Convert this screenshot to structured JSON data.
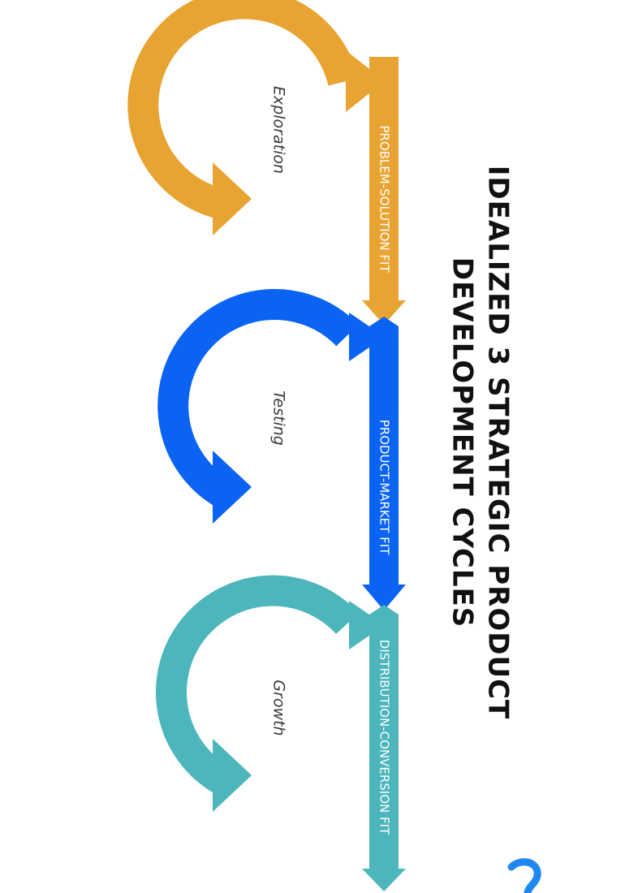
{
  "title_line1": "IDEALIZED 3 STRATEGIC PRODUCT",
  "title_line2": "DEVELOPMENT CYCLES",
  "cycles": [
    {
      "label": "Exploration",
      "fit": "PROBLEM-SOLUTION FIT",
      "color": "#E8A432"
    },
    {
      "label": "Testing",
      "fit": "PRODUCT-MARKET FIT",
      "color": "#0B63F4"
    },
    {
      "label": "Growth",
      "fit": "DISTRIBUTION-CONVERSION FIT",
      "color": "#4DB6BC"
    }
  ],
  "logo_color": "#1E88F0"
}
